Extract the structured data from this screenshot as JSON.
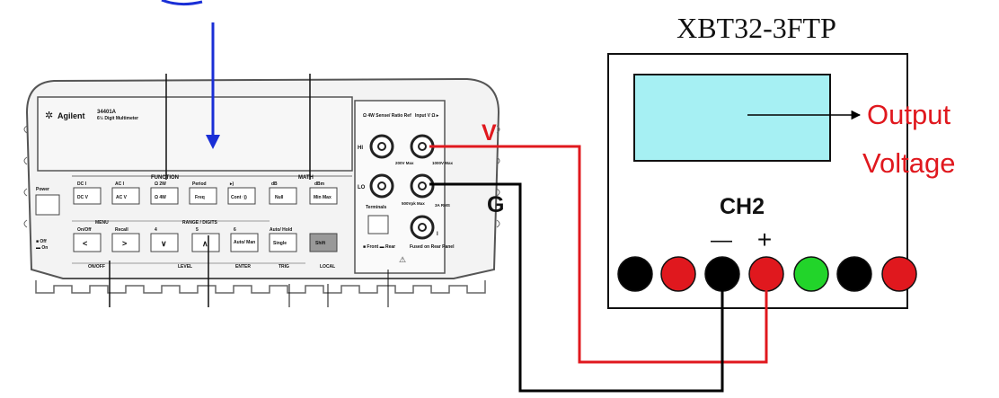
{
  "device_title": "XBT32-3FTP",
  "channel_label": "CH2",
  "polarity": {
    "minus": "—",
    "plus": "+"
  },
  "output_label": {
    "line1": "Output",
    "line2": "Voltage"
  },
  "wire_labels": {
    "v": "V",
    "g": "G"
  },
  "wire_colors": {
    "red": "#e0181e",
    "black": "#000000",
    "blue": "#1a2fd6"
  },
  "screen_color": "#a6f0f3",
  "terminal_colors": [
    "#000000",
    "#e0181e",
    "#000000",
    "#e0181e",
    "#22d42a",
    "#000000",
    "#e0181e"
  ],
  "meter": {
    "brand": "Agilent",
    "model": "34401A",
    "model_desc": "6½ Digit Multimeter",
    "function_label": "FUNCTION",
    "math_label": "MATH",
    "range_label": "RANGE / DIGITS",
    "menu_label": "MENU",
    "power_label": "Power",
    "off_label": "■ Off",
    "on_label": "▬ On",
    "ohm_label": "Ω 4W Sense/ Ratio Ref",
    "input_label": "Input V Ω ▸",
    "hi_label": "HI",
    "lo_label": "LO",
    "terminals_label": "Terminals",
    "front_rear": "■ Front ▬ Rear",
    "fused_label": "Fused on Rear Panel",
    "v1": "200V Max",
    "v2": "1000V Max",
    "v3": "500Vpk Max",
    "amp_label": "3A RMS",
    "i_label": "I",
    "bottom_onoff": "ON/OFF",
    "bottom_level": "LEVEL",
    "bottom_enter": "ENTER",
    "bottom_trig": "TRIG",
    "bottom_local": "LOCAL",
    "row1_headers": [
      "DC I",
      "AC I",
      "Ω 2W",
      "Period",
      "▸)",
      "dB",
      "dBm"
    ],
    "row1_buttons": [
      "DC V",
      "AC V",
      "Ω 4W",
      "Freq",
      "Cont ·))",
      "Null",
      "Min Max"
    ],
    "row2_headers": [
      "On/Off",
      "Recall",
      "4",
      "5",
      "6",
      "Auto/ Hold",
      ""
    ],
    "row2_buttons": [
      "<",
      ">",
      "∨",
      "∧",
      "Auto/ Man",
      "Single",
      "Shift"
    ]
  }
}
